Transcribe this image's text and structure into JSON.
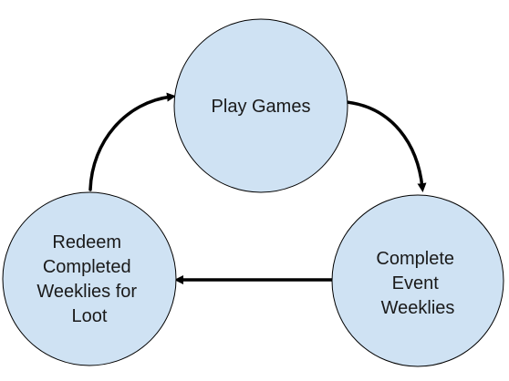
{
  "colors": {
    "node_fill": "#cfe2f3",
    "node_stroke": "#000000",
    "edge": "#000000",
    "text": "#1a1a1a"
  },
  "diagram": {
    "type": "cycle",
    "nodes": [
      {
        "id": "play",
        "lines": [
          "Play Games"
        ]
      },
      {
        "id": "complete",
        "lines": [
          "Complete",
          "Event",
          "Weeklies"
        ]
      },
      {
        "id": "redeem",
        "lines": [
          "Redeem",
          "Completed",
          "Weeklies for",
          "Loot"
        ]
      }
    ],
    "edges": [
      {
        "from": "play",
        "to": "complete"
      },
      {
        "from": "complete",
        "to": "redeem"
      },
      {
        "from": "redeem",
        "to": "play"
      }
    ]
  }
}
